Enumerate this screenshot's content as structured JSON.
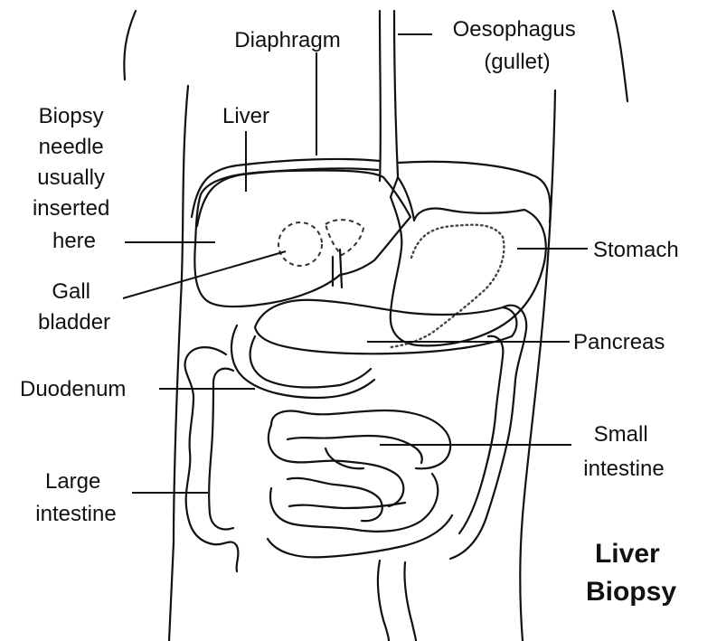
{
  "title": [
    "Liver",
    "Biopsy"
  ],
  "labels": {
    "diaphragm": [
      "Diaphragm"
    ],
    "oesophagus": [
      "Oesophagus",
      "(gullet)"
    ],
    "biopsy_needle": [
      "Biopsy",
      "needle",
      "usually",
      "inserted",
      "here"
    ],
    "liver": [
      "Liver"
    ],
    "stomach": [
      "Stomach"
    ],
    "gall_bladder": [
      "Gall",
      "bladder"
    ],
    "pancreas": [
      "Pancreas"
    ],
    "duodenum": [
      "Duodenum"
    ],
    "small_intestine": [
      "Small",
      "intestine"
    ],
    "large_intestine": [
      "Large",
      "intestine"
    ]
  },
  "colors": {
    "liver_fill": "#b8b8b8",
    "organ_fill": "#ffffff",
    "outline": "#111111"
  }
}
